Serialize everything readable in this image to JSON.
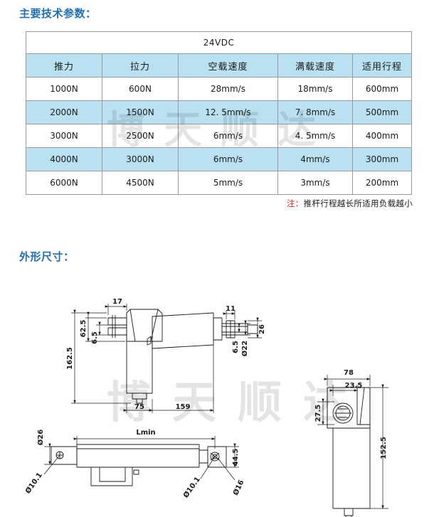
{
  "sections": {
    "specs_heading": "主要技术参数：",
    "dimensions_heading": "外形尺寸："
  },
  "spec_table": {
    "voltage_title": "24VDC",
    "columns": [
      "推力",
      "拉力",
      "空载速度",
      "满载速度",
      "适用行程"
    ],
    "rows": [
      [
        "1000N",
        "600N",
        "28mm/s",
        "18mm/s",
        "600mm"
      ],
      [
        "2000N",
        "1500N",
        "12. 5mm/s",
        "7. 8mm/s",
        "500mm"
      ],
      [
        "3000N",
        "2500N",
        "6mm/s",
        "4. 5mm/s",
        "400mm"
      ],
      [
        "4000N",
        "3000N",
        "6mm/s",
        "4mm/s",
        "300mm"
      ],
      [
        "6000N",
        "4500N",
        "5mm/s",
        "3mm/s",
        "200mm"
      ]
    ],
    "header_fill": "#b9e1f2",
    "alt_row_fill": "#b9e1f2",
    "border_color": "#9a9a9a"
  },
  "note": {
    "label": "注：",
    "text": "推杆行程越长所适用负载越小",
    "label_color": "#e02020"
  },
  "watermark": {
    "text": "博天顺达"
  },
  "drawing": {
    "side_view": {
      "dim_17": "17",
      "dim_11": "11",
      "dim_62_5": "62.5",
      "dim_6_5_left": "6.5",
      "dim_162_5": "162.5",
      "dim_75": "75",
      "dim_159": "159",
      "dim_6_5_right": "6.5",
      "dim_dia_22": "Ø22",
      "dim_26": "26"
    },
    "top_view": {
      "dim_dia_26": "Ø26",
      "dim_lmin": "Lmin",
      "dim_dia_10_1_left": "Ø10.1",
      "dim_dia_10_1_right": "Ø10.1",
      "dim_dia_16": "Ø16",
      "dim_44_5": "44.5"
    },
    "front_view": {
      "dim_78": "78",
      "dim_23_5": "23.5",
      "dim_27_5": "27.5",
      "dim_152_5": "152.5"
    },
    "line_color": "#1a1a1a"
  }
}
